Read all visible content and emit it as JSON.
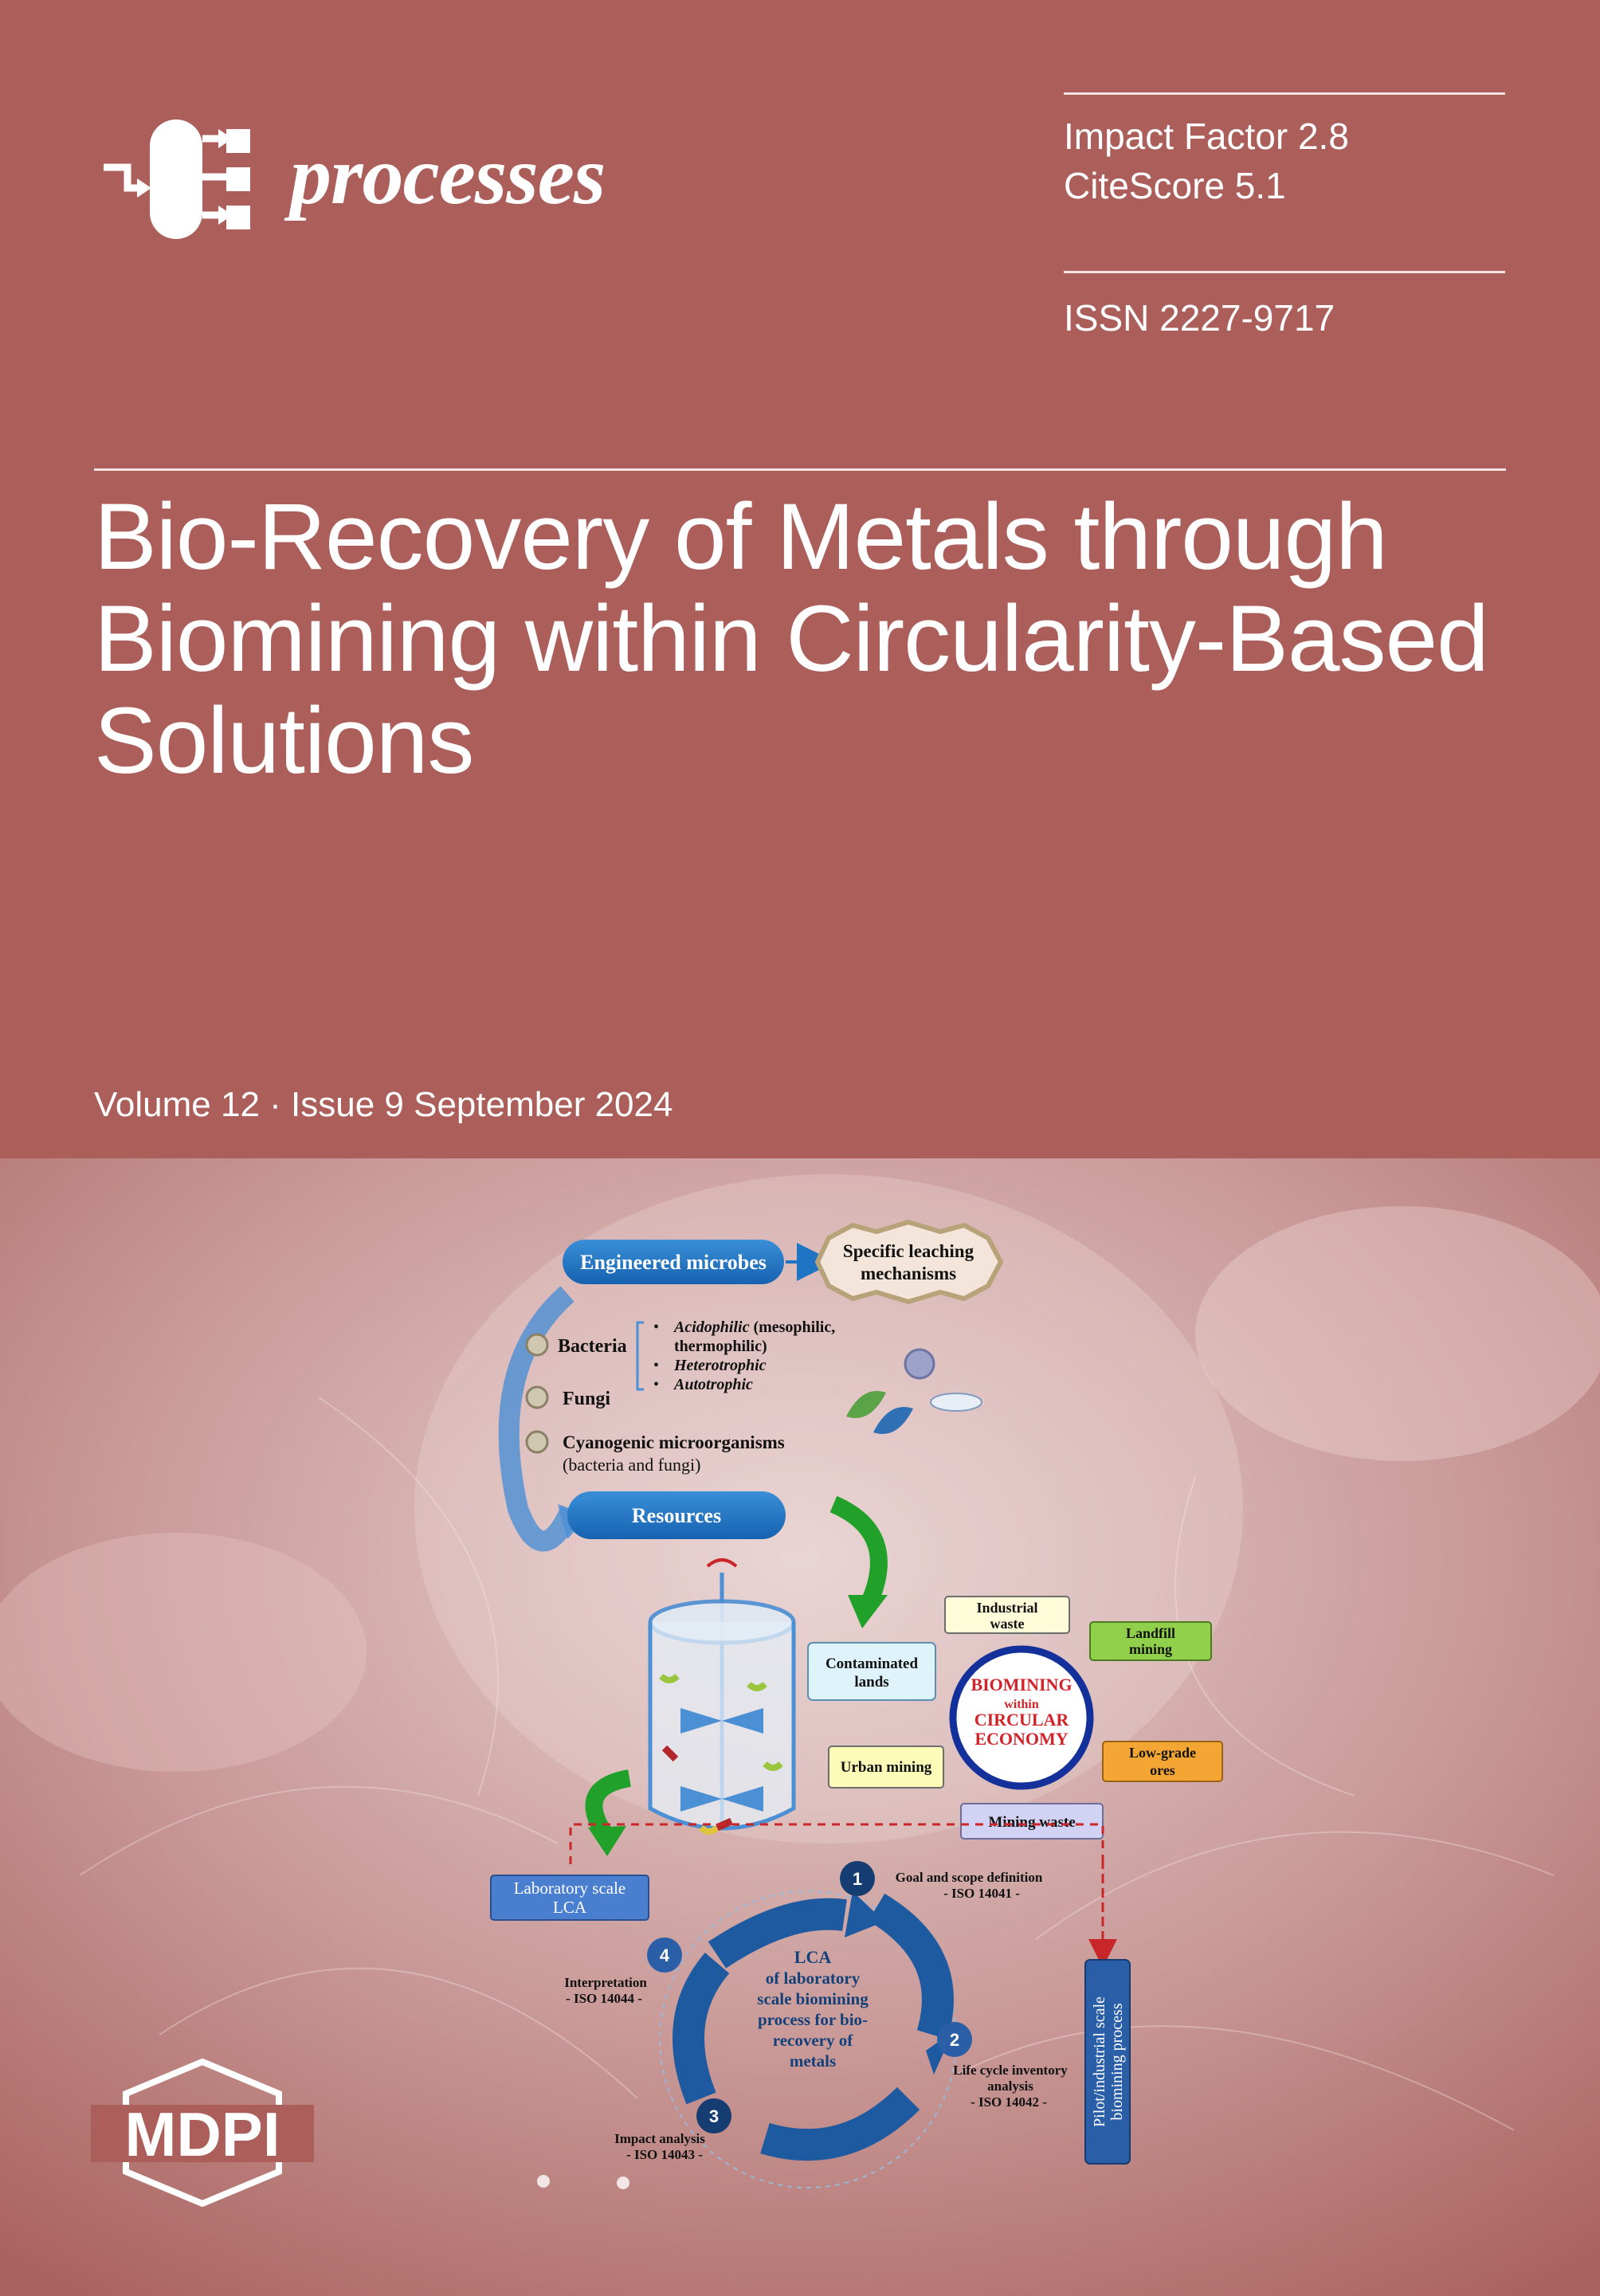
{
  "journal": {
    "name": "processes"
  },
  "metrics": {
    "impact_factor": "Impact Factor 2.8",
    "citescore": "CiteScore 5.1",
    "issn": "ISSN 2227-9717"
  },
  "title": "Bio-Recovery of Metals through Biomining within Circularity-Based Solutions",
  "issue": "Volume 12 · Issue 9 September 2024",
  "colors": {
    "background": "#ac5f5a",
    "text": "#ffffff",
    "blue": "#1f74c4",
    "dark_blue": "#14407a",
    "red": "#d2232a"
  },
  "figure": {
    "engineered_microbes": "Engineered microbes",
    "specific_leaching_line1": "Specific leaching",
    "specific_leaching_line2": "mechanisms",
    "bacteria": "Bacteria",
    "acidophilic": "Acidophilic",
    "acidophilic_rest": " (mesophilic,",
    "thermophilic": "thermophilic)",
    "heterotrophic": "Heterotrophic",
    "autotrophic": "Autotrophic",
    "fungi": "Fungi",
    "cyanogenic": "Cyanogenic microorganisms",
    "cyanogenic_sub": "(bacteria and fungi)",
    "resources": "Resources",
    "industrial_waste_1": "Industrial",
    "industrial_waste_2": "waste",
    "landfill_1": "Landfill",
    "landfill_2": "mining",
    "contaminated_1": "Contaminated",
    "contaminated_2": "lands",
    "biomining": "BIOMINING",
    "within": "within",
    "circular": "CIRCULAR",
    "economy": "ECONOMY",
    "low_grade_1": "Low-grade",
    "low_grade_2": "ores",
    "urban_mining": "Urban mining",
    "mining_waste": "Mining waste",
    "lab_scale_1": "Laboratory scale",
    "lab_scale_2": "LCA",
    "step1_num": "1",
    "step1_a": "Goal and scope definition",
    "step1_b": "- ISO 14041 -",
    "step2_num": "2",
    "step2_a": "Life cycle inventory",
    "step2_b": "analysis",
    "step2_c": "- ISO 14042 -",
    "step3_num": "3",
    "step3_a": "Impact analysis",
    "step3_b": "- ISO 14043 -",
    "step4_num": "4",
    "step4_a": "Interpretation",
    "step4_b": "- ISO 14044 -",
    "lca_1": "LCA",
    "lca_2": "of laboratory",
    "lca_3": "scale biomining",
    "lca_4": "process for bio-",
    "lca_5": "recovery of",
    "lca_6": "metals",
    "pilot_1": "Pilot/industrial scale",
    "pilot_2": "biomining process"
  },
  "publisher": {
    "name": "MDPI"
  }
}
